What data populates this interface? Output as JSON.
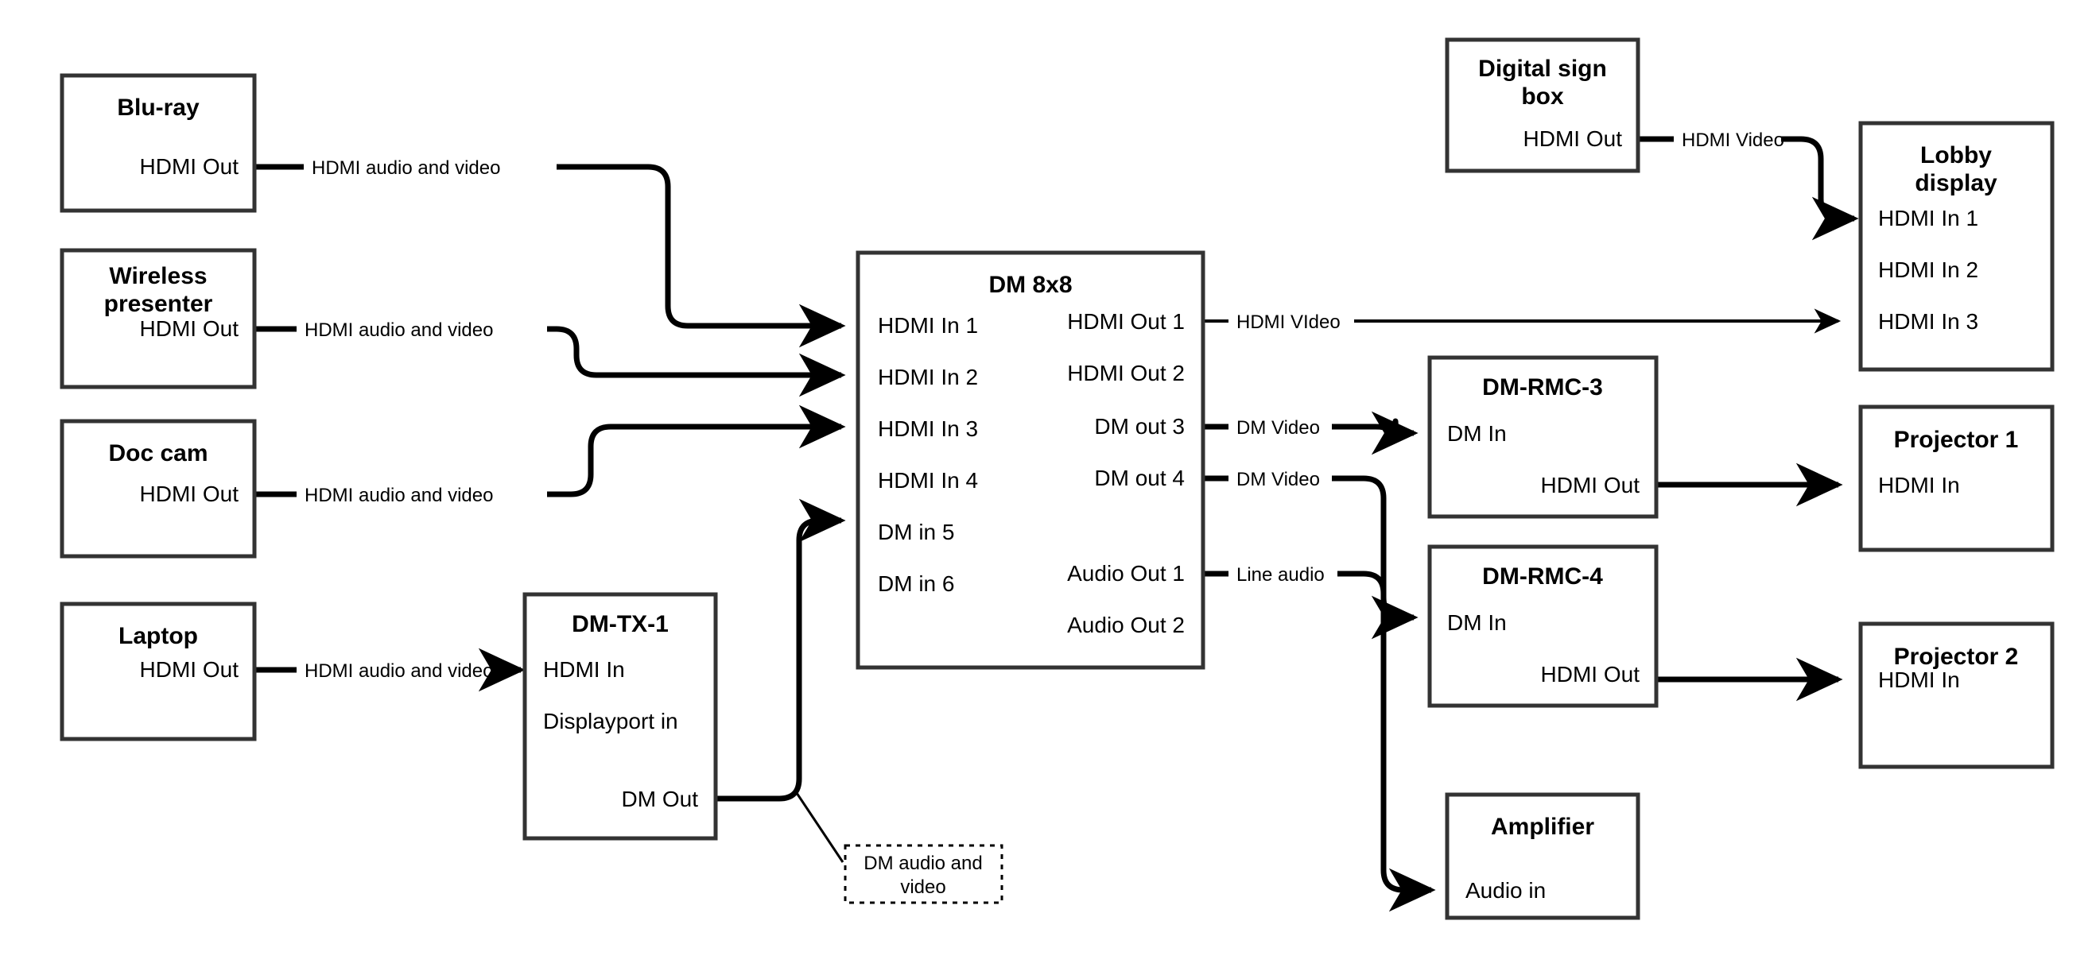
{
  "diagram": {
    "title": "AV signal routing diagram",
    "stroke_color": "#333333",
    "line_color": "#000000",
    "background": "#ffffff"
  },
  "nodes": {
    "bluray": {
      "title": "Blu-ray",
      "ports": {
        "out1": "HDMI Out"
      }
    },
    "wireless": {
      "title_line1": "Wireless",
      "title_line2": "presenter",
      "ports": {
        "out1": "HDMI Out"
      }
    },
    "doccam": {
      "title": "Doc cam",
      "ports": {
        "out1": "HDMI Out"
      }
    },
    "laptop": {
      "title": "Laptop",
      "ports": {
        "out1": "HDMI Out"
      }
    },
    "dmtx1": {
      "title": "DM-TX-1",
      "ports": {
        "in1": "HDMI In",
        "in2": "Displayport in",
        "out1": "DM Out"
      }
    },
    "dm8x8": {
      "title": "DM 8x8",
      "inputs": [
        "HDMI In 1",
        "HDMI In 2",
        "HDMI In 3",
        "HDMI In 4",
        "DM in 5",
        "DM in 6"
      ],
      "outputs": [
        "HDMI Out 1",
        "HDMI Out 2",
        "DM out 3",
        "DM out 4",
        "Audio Out 1",
        "Audio Out 2"
      ]
    },
    "digitalsign": {
      "title_line1": "Digital sign",
      "title_line2": "box",
      "ports": {
        "out1": "HDMI Out"
      }
    },
    "lobbydisplay": {
      "title_line1": "Lobby",
      "title_line2": "display",
      "inputs": [
        "HDMI In 1",
        "HDMI In 2",
        "HDMI In 3"
      ]
    },
    "dmrmc3": {
      "title": "DM-RMC-3",
      "ports": {
        "in1": "DM In",
        "out1": "HDMI Out"
      }
    },
    "dmrmc4": {
      "title": "DM-RMC-4",
      "ports": {
        "in1": "DM In",
        "out1": "HDMI Out"
      }
    },
    "projector1": {
      "title": "Projector 1",
      "ports": {
        "in1": "HDMI In"
      }
    },
    "projector2": {
      "title": "Projector 2",
      "ports": {
        "in1": "HDMI In"
      }
    },
    "amplifier": {
      "title": "Amplifier",
      "ports": {
        "in1": "Audio in"
      }
    }
  },
  "edges": {
    "bluray_to_dm": "HDMI audio and video",
    "wireless_to_dm": "HDMI audio and video",
    "doccam_to_dm": "HDMI audio and video",
    "laptop_to_dmtx1": "HDMI audio and video",
    "dm_out1_to_lobby": "HDMI VIdeo",
    "dm_out3_to_rmc3": "DM Video",
    "dm_out4_to_rmc4": "DM Video",
    "dm_audio1_to_amp": "Line audio",
    "sign_to_lobby": "HDMI Video"
  },
  "callouts": {
    "dm_link": {
      "line1": "DM audio and",
      "line2": "video"
    }
  }
}
